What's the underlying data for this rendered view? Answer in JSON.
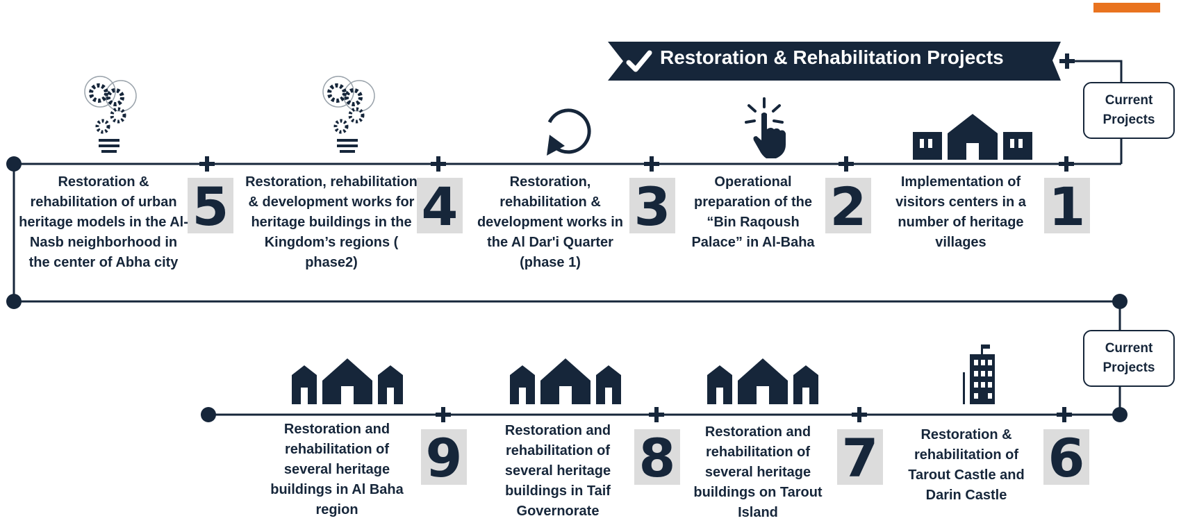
{
  "banner": {
    "title": "Restoration & Rehabilitation Projects",
    "icon": "checkmark-icon"
  },
  "accent_color": "#e9731f",
  "primary_color": "#16263a",
  "current_projects_label": "Current Projects",
  "rows": [
    {
      "row": "top",
      "items": [
        {
          "number": "1",
          "label": "Implementation of visitors centers in a number of heritage villages",
          "icon": "village-houses-icon"
        },
        {
          "number": "2",
          "label": "Operational preparation of the “Bin Raqoush Palace” in Al-Baha",
          "icon": "tap-hand-icon"
        },
        {
          "number": "3",
          "label": "Restoration, rehabilitation & development works in the Al Dar'i Quarter (phase 1)",
          "icon": "refresh-arrow-icon"
        },
        {
          "number": "4",
          "label": "Restoration, rehabilitation & development works for heritage buildings in the Kingdom’s regions ( phase2)",
          "icon": "idea-gears-bulb-icon"
        },
        {
          "number": "5",
          "label": "Restoration & rehabilitation of urban heritage models in the Al-Nasb neighborhood in the center of Abha city",
          "icon": "idea-gears-bulb-icon"
        }
      ]
    },
    {
      "row": "bottom",
      "items": [
        {
          "number": "6",
          "label": "Restoration & rehabilitation of Tarout Castle and Darin Castle",
          "icon": "flag-building-icon"
        },
        {
          "number": "7",
          "label": "Restoration and rehabilitation of several heritage buildings on Tarout Island",
          "icon": "houses-icon"
        },
        {
          "number": "8",
          "label": "Restoration and rehabilitation of several heritage buildings in Taif Governorate",
          "icon": "houses-icon"
        },
        {
          "number": "9",
          "label": "Restoration and rehabilitation of several heritage buildings in Al Baha region",
          "icon": "houses-icon"
        }
      ]
    }
  ]
}
